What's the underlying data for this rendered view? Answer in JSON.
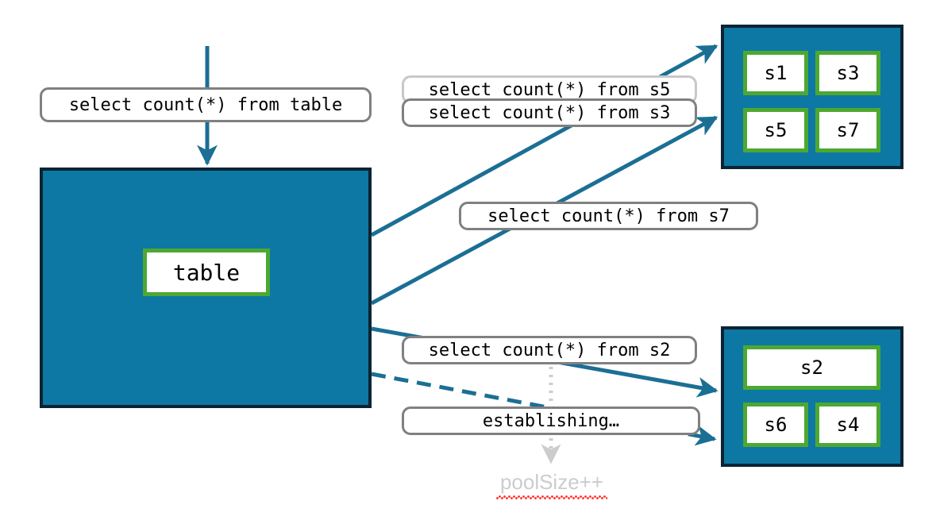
{
  "diagram": {
    "title": "connection-pool-sharding-diagram",
    "colors": {
      "pool_fill": "#0d78a3",
      "pool_border": "#0b2433",
      "node_border": "#4ca832",
      "edge": "#1b6f94",
      "label_border": "#808080",
      "label_border_dim": "#c8c8c8",
      "annotation_text": "#cccccc",
      "spellcheck_underline": "#ff2b2b"
    }
  },
  "labels": {
    "query_table": "select count(*) from table",
    "query_s5": "select count(*) from s5",
    "query_s3": "select count(*) from s3",
    "query_s7": "select count(*) from s7",
    "query_s2": "select count(*) from s2",
    "establishing": "establishing…"
  },
  "annotations": {
    "pool_size": "poolSize++"
  },
  "table_pool": {
    "nodes": [
      {
        "label": "table"
      }
    ]
  },
  "shard_pool_top": {
    "nodes": [
      {
        "label": "s1"
      },
      {
        "label": "s3"
      },
      {
        "label": "s5"
      },
      {
        "label": "s7"
      }
    ]
  },
  "shard_pool_bottom": {
    "nodes": [
      {
        "label": "s2"
      },
      {
        "label": "s6"
      },
      {
        "label": "s4"
      }
    ]
  },
  "edges": [
    {
      "name": "table-query-arrow",
      "style": "solid",
      "from": "query_table",
      "to": "table_pool"
    },
    {
      "name": "edge-to-s5",
      "style": "solid",
      "from": "table_pool",
      "to": "shard_pool_top"
    },
    {
      "name": "edge-to-s3",
      "style": "solid",
      "from": "table_pool",
      "to": "shard_pool_top"
    },
    {
      "name": "edge-to-s2",
      "style": "solid",
      "from": "table_pool",
      "to": "shard_pool_bottom"
    },
    {
      "name": "edge-establishing",
      "style": "dashed",
      "from": "table_pool",
      "to": "shard_pool_bottom"
    },
    {
      "name": "edge-poolsize",
      "style": "dotted",
      "from": "query_s2",
      "to": "pool_size"
    }
  ]
}
